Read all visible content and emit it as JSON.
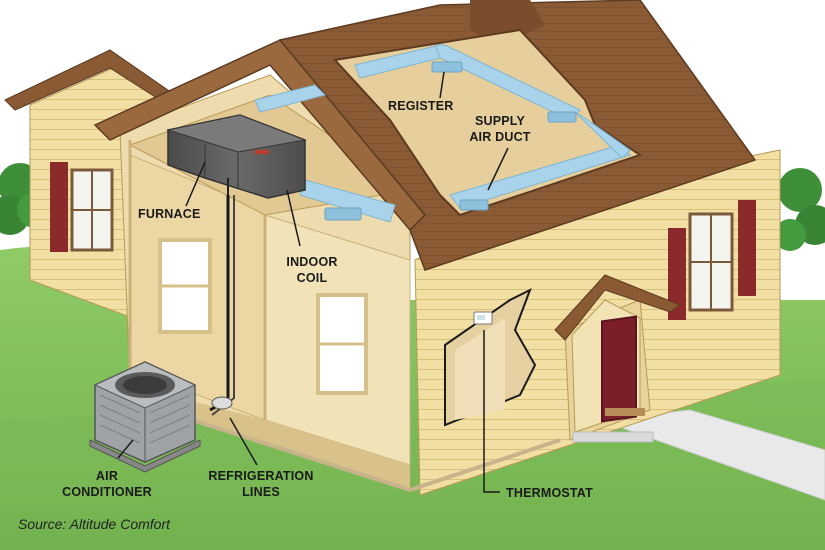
{
  "labels": {
    "register": "REGISTER",
    "supply_air_duct": [
      "SUPPLY",
      "AIR DUCT"
    ],
    "furnace": "FURNACE",
    "indoor_coil": [
      "INDOOR",
      "COIL"
    ],
    "air_conditioner": [
      "AIR",
      "CONDITIONER"
    ],
    "refrigeration_lines": [
      "REFRIGERATION",
      "LINES"
    ],
    "thermostat": "THERMOSTAT"
  },
  "source": "Source: Altitude Comfort",
  "colors": {
    "roof": "#8a5a34",
    "roof_shadow": "#6e4627",
    "siding": "#f2dfa4",
    "siding_line": "#d9c27e",
    "interior_wall": "#efdcae",
    "shutter": "#8b2a2a",
    "door": "#7a1f2a",
    "duct": "#a9d3ea",
    "furnace": "#5c5c5c",
    "lawn": "#7fbf5a",
    "tree": "#3f8f3a"
  },
  "icons": [
    "house-cutaway-illustration",
    "furnace-icon",
    "air-conditioner-unit-icon",
    "thermostat-icon"
  ]
}
